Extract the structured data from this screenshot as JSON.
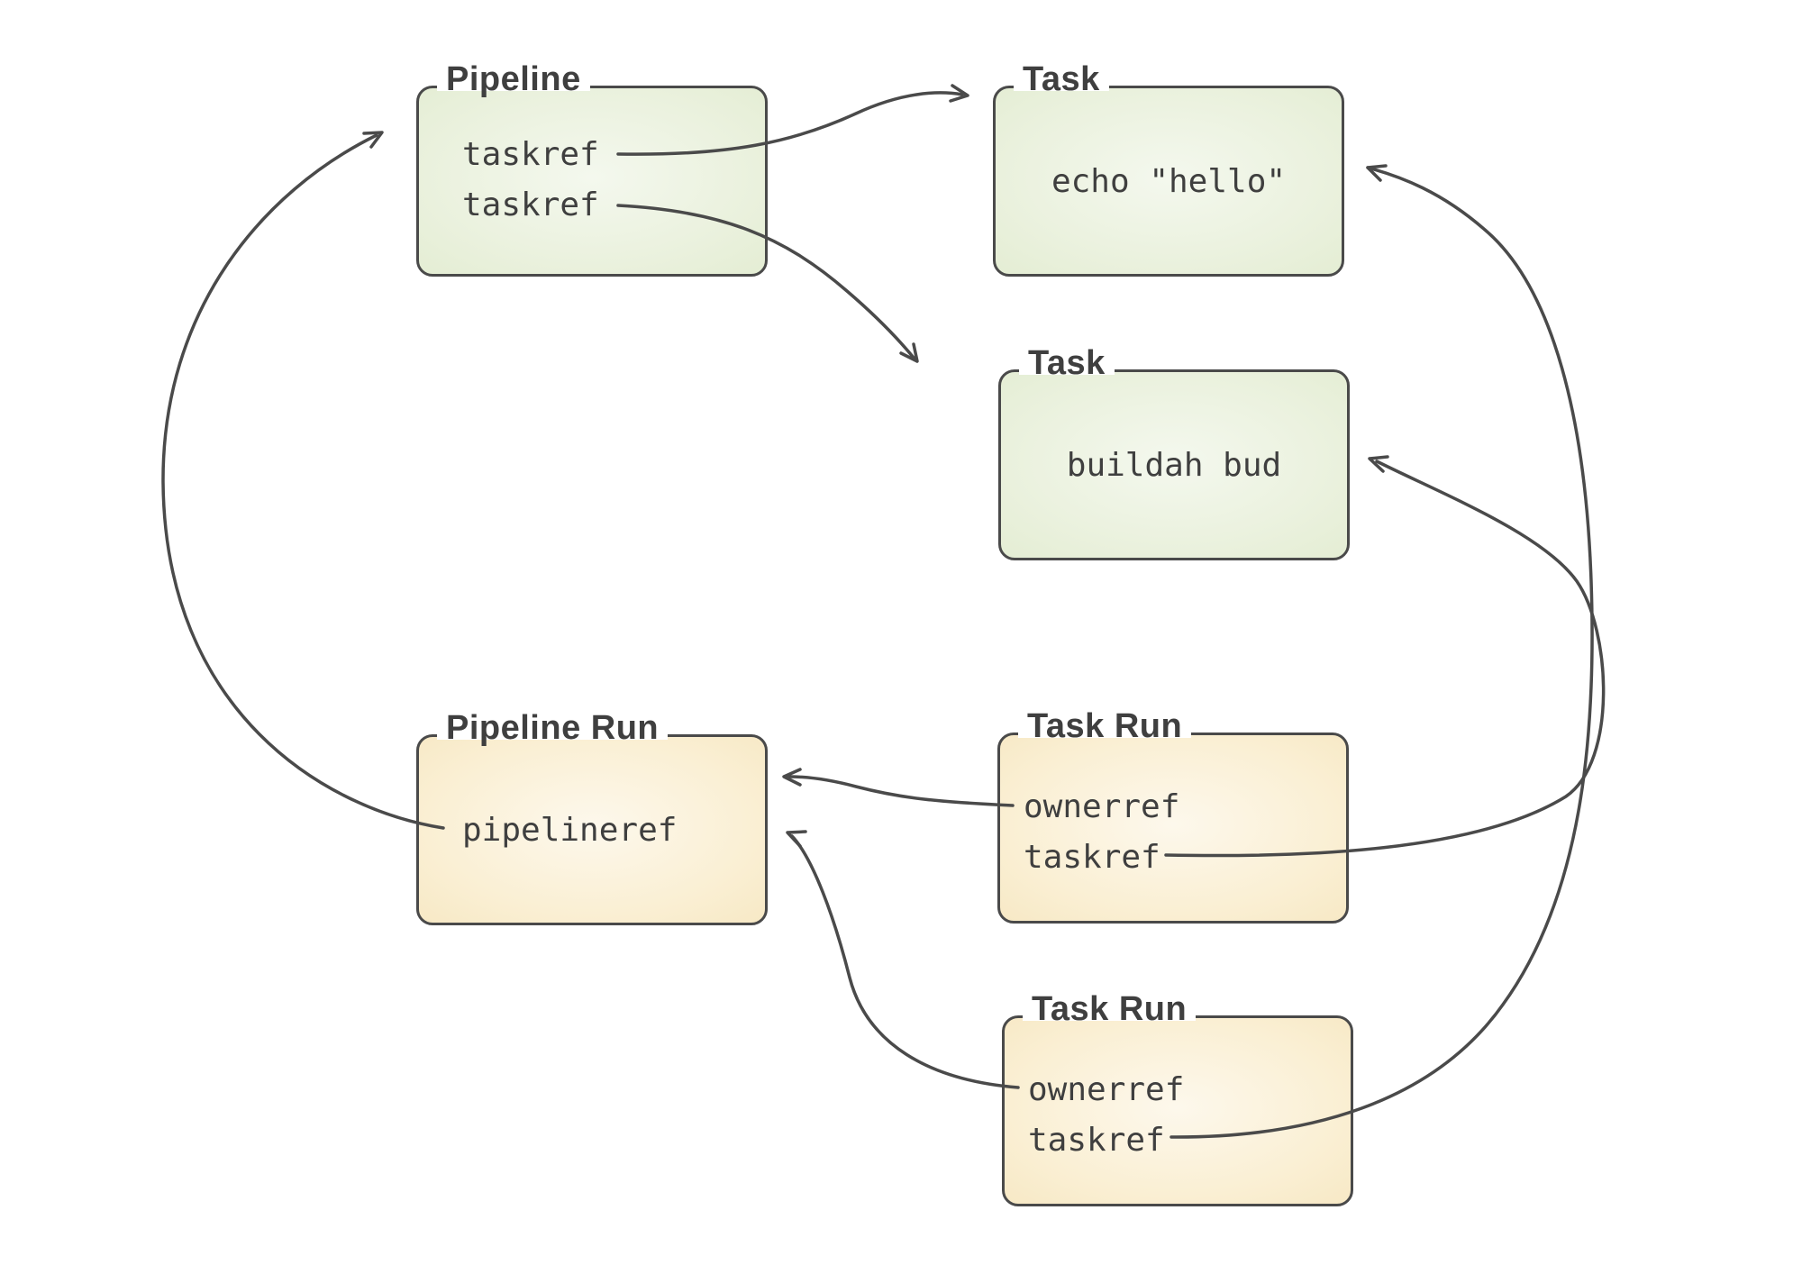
{
  "diagram": {
    "title": "Tekton pipeline concepts diagram",
    "colors": {
      "line_color": "#4a4a4a",
      "text_color": "#3f3f3f",
      "green_fill_edge": "#d8e6c1",
      "green_fill_center": "#f4f8ee",
      "orange_fill_edge": "#f1dcaa",
      "orange_fill_center": "#fdf8ec",
      "background": "#ffffff"
    },
    "nodes": [
      {
        "id": "pipeline",
        "title": "Pipeline",
        "kind": "green",
        "items": [
          "taskref",
          "taskref"
        ]
      },
      {
        "id": "task-echo",
        "title": "Task",
        "kind": "green",
        "content": "echo \"hello\""
      },
      {
        "id": "task-buildah",
        "title": "Task",
        "kind": "green",
        "content": "buildah bud"
      },
      {
        "id": "pipeline-run",
        "title": "Pipeline Run",
        "kind": "orange",
        "items": [
          "pipelineref"
        ]
      },
      {
        "id": "task-run-1",
        "title": "Task Run",
        "kind": "orange",
        "items": [
          "ownerref",
          "taskref"
        ]
      },
      {
        "id": "task-run-2",
        "title": "Task Run",
        "kind": "orange",
        "items": [
          "ownerref",
          "taskref"
        ]
      }
    ],
    "edges": [
      {
        "name": "arrow-pipeline-taskref-1-to-task-echo",
        "from": "pipeline.taskref.0",
        "to": "task-echo"
      },
      {
        "name": "arrow-pipeline-taskref-2-to-task-buildah",
        "from": "pipeline.taskref.1",
        "to": "task-buildah"
      },
      {
        "name": "arrow-pipelineref-to-pipeline",
        "from": "pipeline-run.pipelineref",
        "to": "pipeline"
      },
      {
        "name": "arrow-taskrun1-ownerref-to-pipelinerun",
        "from": "task-run-1.ownerref",
        "to": "pipeline-run"
      },
      {
        "name": "arrow-taskrun2-ownerref-to-pipelinerun",
        "from": "task-run-2.ownerref",
        "to": "pipeline-run"
      },
      {
        "name": "arrow-taskrun1-taskref-to-task-buildah",
        "from": "task-run-1.taskref",
        "to": "task-buildah"
      },
      {
        "name": "arrow-taskrun2-taskref-to-task-echo",
        "from": "task-run-2.taskref",
        "to": "task-echo"
      }
    ]
  }
}
